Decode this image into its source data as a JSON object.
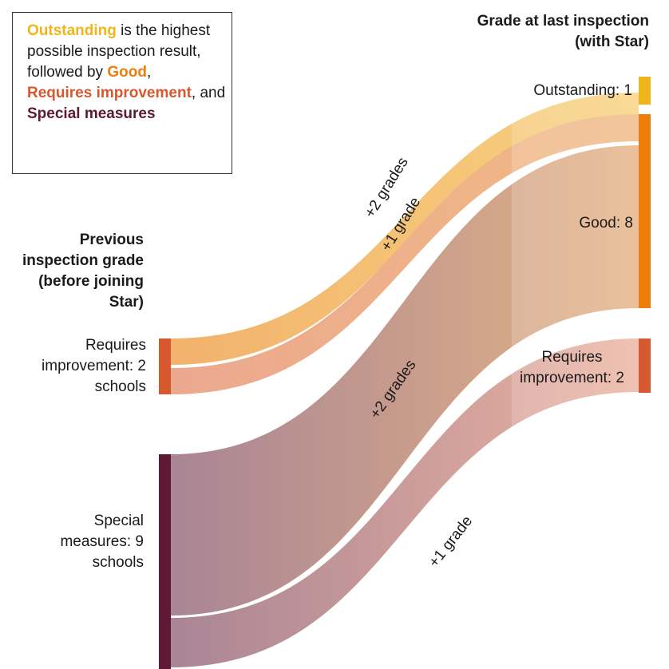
{
  "colors": {
    "outstanding": "#f0b51a",
    "good": "#ef7d0c",
    "requires_improvement": "#d6582e",
    "special_measures": "#5e1a35"
  },
  "legend": {
    "outstanding": "Outstanding",
    "text_1": " is the highest possible inspection result, followed by ",
    "good": "Good",
    "text_2": ",",
    "requires_improvement": "Requires improvement",
    "text_3": ", and",
    "special_measures": "Special measures"
  },
  "headers": {
    "left": "Previous inspection grade (before joining Star)",
    "right": "Grade at last inspection (with Star)"
  },
  "chart_data": {
    "type": "sankey",
    "source_nodes": [
      {
        "id": "ri_prev",
        "label": "Requires improvement: 2 schools",
        "value": 2,
        "color": "#d6582e"
      },
      {
        "id": "sm_prev",
        "label": "Special measures: 9 schools",
        "value": 9,
        "color": "#5e1a35"
      }
    ],
    "target_nodes": [
      {
        "id": "out_now",
        "label": "Outstanding: 1",
        "value": 1,
        "color": "#f0b51a"
      },
      {
        "id": "good_now",
        "label": "Good: 8",
        "value": 8,
        "color": "#ef7d0c"
      },
      {
        "id": "ri_now",
        "label": "Requires improvement: 2",
        "value": 2,
        "color": "#d6582e"
      }
    ],
    "flows": [
      {
        "from": "ri_prev",
        "to": "out_now",
        "value": 1,
        "label": "+2 grades"
      },
      {
        "from": "ri_prev",
        "to": "good_now",
        "value": 1,
        "label": "+1 grade"
      },
      {
        "from": "sm_prev",
        "to": "good_now",
        "value": 7,
        "label": "+2 grades"
      },
      {
        "from": "sm_prev",
        "to": "ri_now",
        "value": 2,
        "label": "+1 grade"
      }
    ]
  }
}
